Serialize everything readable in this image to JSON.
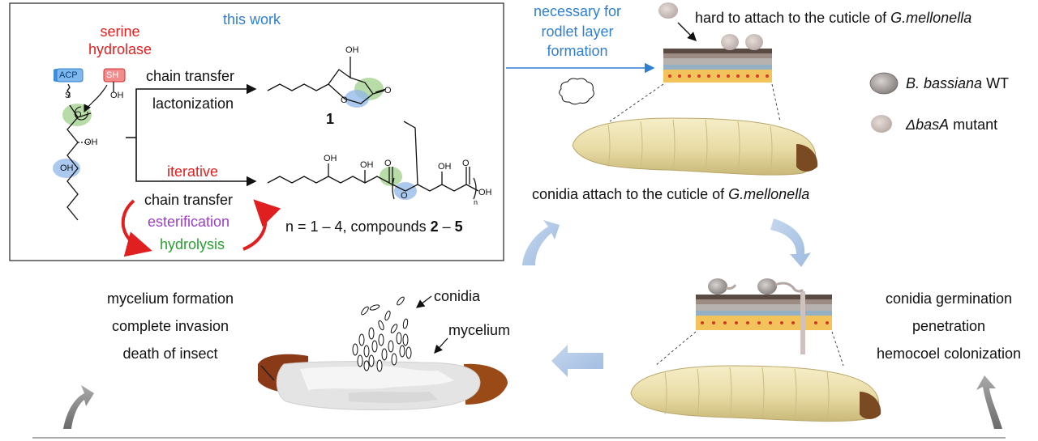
{
  "this_work_box": {
    "title": "this work",
    "enzyme_line1": "serine",
    "enzyme_line2": "hydrolase",
    "acp_label": "ACP",
    "sh_label": "SH",
    "oh": "OH",
    "s_atom": "S",
    "o_atom": "O",
    "arrow_top_label1": "chain transfer",
    "arrow_top_label2": "lactonization",
    "compound1_number": "1",
    "iterative_label": "iterative",
    "cycle_chain_transfer": "chain transfer",
    "cycle_esterification": "esterification",
    "cycle_hydrolysis": "hydrolysis",
    "n_text": "n = 1 – 4, compounds ",
    "n_num_a": "2",
    "n_dash": " – ",
    "n_num_b": "5",
    "n_sub": "n"
  },
  "rodlet_note": {
    "line1": "necessary for",
    "line2": "rodlet layer",
    "line3": "formation"
  },
  "hard_attach": {
    "text": "hard to attach to the cuticle of ",
    "species": "G.mellonella"
  },
  "legend": {
    "wt_species": "B. bassiana",
    "wt_suffix": " WT",
    "mutant_name": "ΔbasA",
    "mutant_suffix": " mutant",
    "wt_color": "#8f8a88",
    "mutant_color": "#c9bcb8"
  },
  "attach_text": {
    "text": "conidia attach to the cuticle of ",
    "species": "G.mellonella"
  },
  "right_steps": [
    "conidia germination",
    "penetration",
    "hemocoel colonization"
  ],
  "left_steps": [
    "mycelium formation",
    "complete invasion",
    "death of insect"
  ],
  "dead_larva_labels": {
    "conidia": "conidia",
    "mycelium": "mycelium"
  },
  "colors": {
    "blue_text": "#2f7fd1",
    "red_text": "#e02020",
    "purple_text": "#9a3fc6",
    "green_text": "#2aa033",
    "cycle_arrow": "#aec6e6",
    "larva": "#efe4b5"
  }
}
